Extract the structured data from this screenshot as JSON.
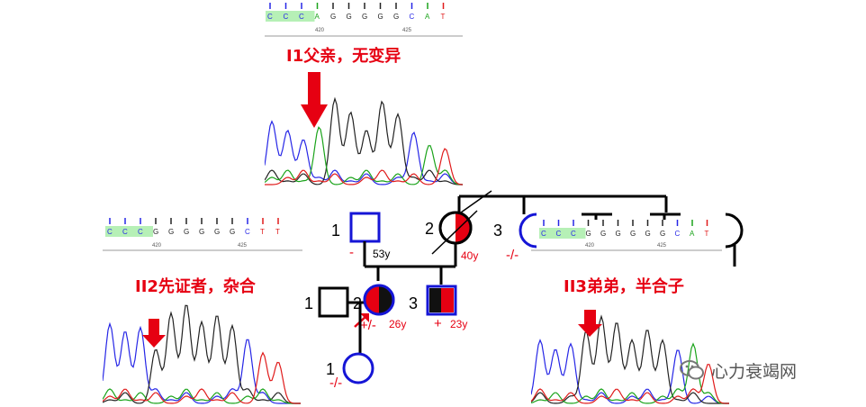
{
  "captions": {
    "father": "I1父亲，无变异",
    "proband": "II2先证者，杂合",
    "brother": "II3弟弟，半合子"
  },
  "pedigree": {
    "gen2_label_1": "1",
    "gen2_label_2": "2",
    "gen2_label_3": "3",
    "father_genotype": "-",
    "father_age": "53y",
    "mother_age": "40y",
    "aunt_genotype": "-/-",
    "spouse_label": "1",
    "proband_label": "2",
    "brother_label": "3",
    "proband_genotype": "+/-",
    "proband_age": "26y",
    "brother_genotype": "+",
    "brother_age": "23y",
    "child_label": "1",
    "child_genotype": "-/-"
  },
  "sequences": {
    "father": [
      "C",
      "C",
      "C",
      "A",
      "G",
      "G",
      "G",
      "G",
      "G",
      "C",
      "A",
      "T"
    ],
    "proband": [
      "C",
      "C",
      "C",
      "G",
      "G",
      "G",
      "G",
      "G",
      "G",
      "C",
      "T",
      "T"
    ],
    "brother": [
      "C",
      "C",
      "C",
      "G",
      "G",
      "G",
      "G",
      "G",
      "G",
      "C",
      "A",
      "T"
    ],
    "tick_left": "420",
    "tick_right": "425"
  },
  "watermark": {
    "text": "心力衰竭网",
    "icon": "wechat-icon"
  },
  "colors": {
    "red": "#e60012",
    "blue": "#1515d6",
    "seq_highlight": "#b6f0b6",
    "trace_blue": "#2626e6",
    "trace_green": "#1aa31a",
    "trace_red": "#e01b1b",
    "trace_black": "#222222"
  }
}
